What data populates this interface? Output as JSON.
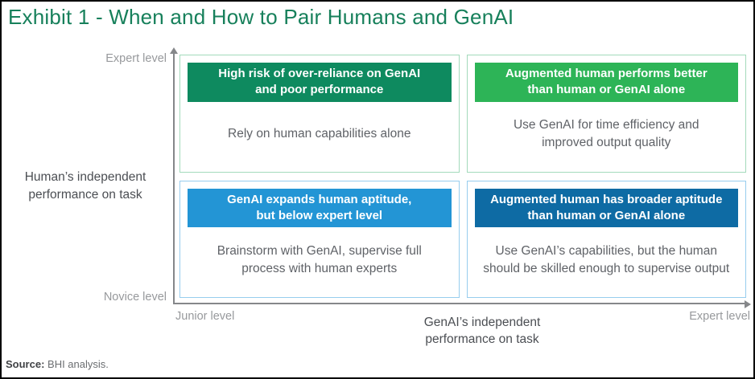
{
  "title": "Exhibit 1 - When and How to Pair Humans and GenAI",
  "y_axis": {
    "title": "Human’s independent\nperformance on task",
    "top_label": "Expert level",
    "bottom_label": "Novice level"
  },
  "x_axis": {
    "title": "GenAI’s independent\nperformance on task",
    "left_label": "Junior level",
    "right_label": "Expert level"
  },
  "quadrants": {
    "top_left": {
      "header": "High risk of over-reliance on GenAI\nand poor performance",
      "body": "Rely on human capabilities alone",
      "header_color": "#0E8A5F",
      "border_color": "#A3DABB"
    },
    "top_right": {
      "header": "Augmented human performs better\nthan human or GenAI alone",
      "body": "Use GenAI for time efficiency and\nimproved output quality",
      "header_color": "#2DB457",
      "border_color": "#A3DABB"
    },
    "bottom_left": {
      "header": "GenAI expands human aptitude,\nbut below expert level",
      "body": "Brainstorm with GenAI, supervise full\nprocess with human experts",
      "header_color": "#2395D5",
      "border_color": "#97CDEE"
    },
    "bottom_right": {
      "header": "Augmented human has broader aptitude\nthan human or GenAI alone",
      "body": "Use GenAI’s capabilities, but the human\nshould be skilled enough to supervise output",
      "header_color": "#0E6BA4",
      "border_color": "#97CDEE"
    }
  },
  "source": {
    "label": "Source:",
    "text": " BHI analysis."
  },
  "colors": {
    "title_green": "#17805B",
    "axis_gray": "#85878A",
    "axis_label_light_gray": "#97999C",
    "axis_title_dark_gray": "#4B4E53",
    "body_text_gray": "#5F6267",
    "frame_border": "#000000",
    "background": "#FFFFFF"
  }
}
